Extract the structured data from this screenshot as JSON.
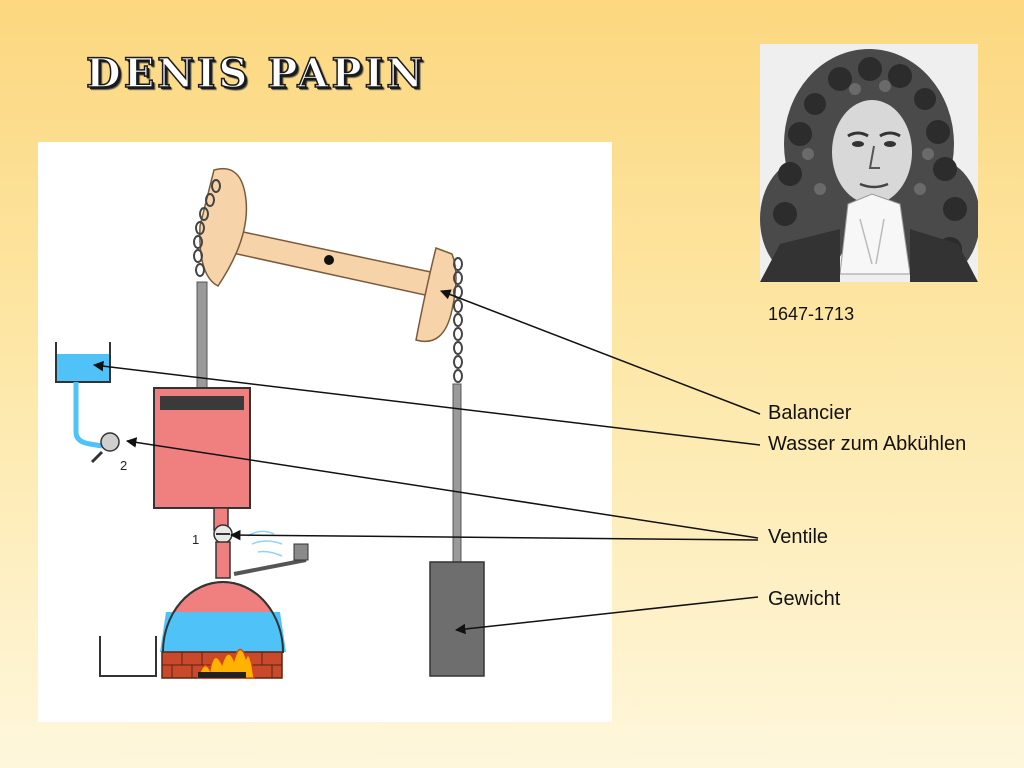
{
  "slide": {
    "title": "DENIS PAPIN",
    "years": "1647-1713"
  },
  "labels": {
    "balancier": "Balancier",
    "wasser": "Wasser zum Abkühlen",
    "ventile": "Ventile",
    "gewicht": "Gewicht"
  },
  "valve_numbers": {
    "valve_1": "1",
    "valve_2": "2"
  },
  "colors": {
    "beam": "#f6d3a8",
    "cylinder_fill": "#f08080",
    "water": "#4fc3f7",
    "weight": "#6e6e6e"
  }
}
